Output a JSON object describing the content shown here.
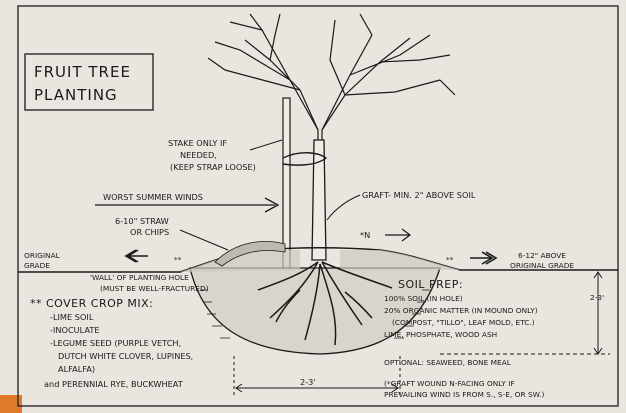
{
  "title": [
    "FRUIT TREE",
    "PLANTING"
  ],
  "stake_note": [
    "STAKE ONLY IF",
    "NEEDED,",
    "(KEEP STRAP LOOSE)"
  ],
  "winds": "WORST SUMMER WINDS",
  "graft": "GRAFT- MIN. 2\" ABOVE SOIL",
  "north": "*N",
  "straw": [
    "6-10\" STRAW",
    "OR CHIPS"
  ],
  "original_grade_left": [
    "ORIGINAL",
    "GRADE"
  ],
  "above_grade_right": [
    "6-12\" ABOVE",
    "ORIGINAL GRADE"
  ],
  "wall": [
    "'WALL' OF PLANTING HOLE",
    "(MUST BE WELL-FRACTURED)"
  ],
  "cover_crop": {
    "header": "** COVER CROP MIX:",
    "items": [
      "-LIME SOIL",
      "-INOCULATE",
      "-LEGUME SEED (PURPLE VETCH,",
      "DUTCH WHITE CLOVER, LUPINES,",
      "ALFALFA)",
      "and PERENNIAL RYE, BUCKWHEAT"
    ]
  },
  "soil_prep": {
    "header": "SOIL PREP:",
    "items": [
      "100% SOIL (IN HOLE)",
      "20% ORGANIC MATTER (IN MOUND ONLY)",
      "(COMPOST, \"TILLO\", LEAF MOLD, ETC.)",
      "LIME, PHOSPHATE, WOOD ASH"
    ],
    "optional": "OPTIONAL: SEAWEED, BONE MEAL",
    "footnote": [
      "(*GRAFT WOUND N-FACING ONLY IF",
      "PREVAILING WIND IS FROM S., S-E, OR SW.)"
    ]
  },
  "depth_label": "2-3'",
  "width_label": "2-3'"
}
